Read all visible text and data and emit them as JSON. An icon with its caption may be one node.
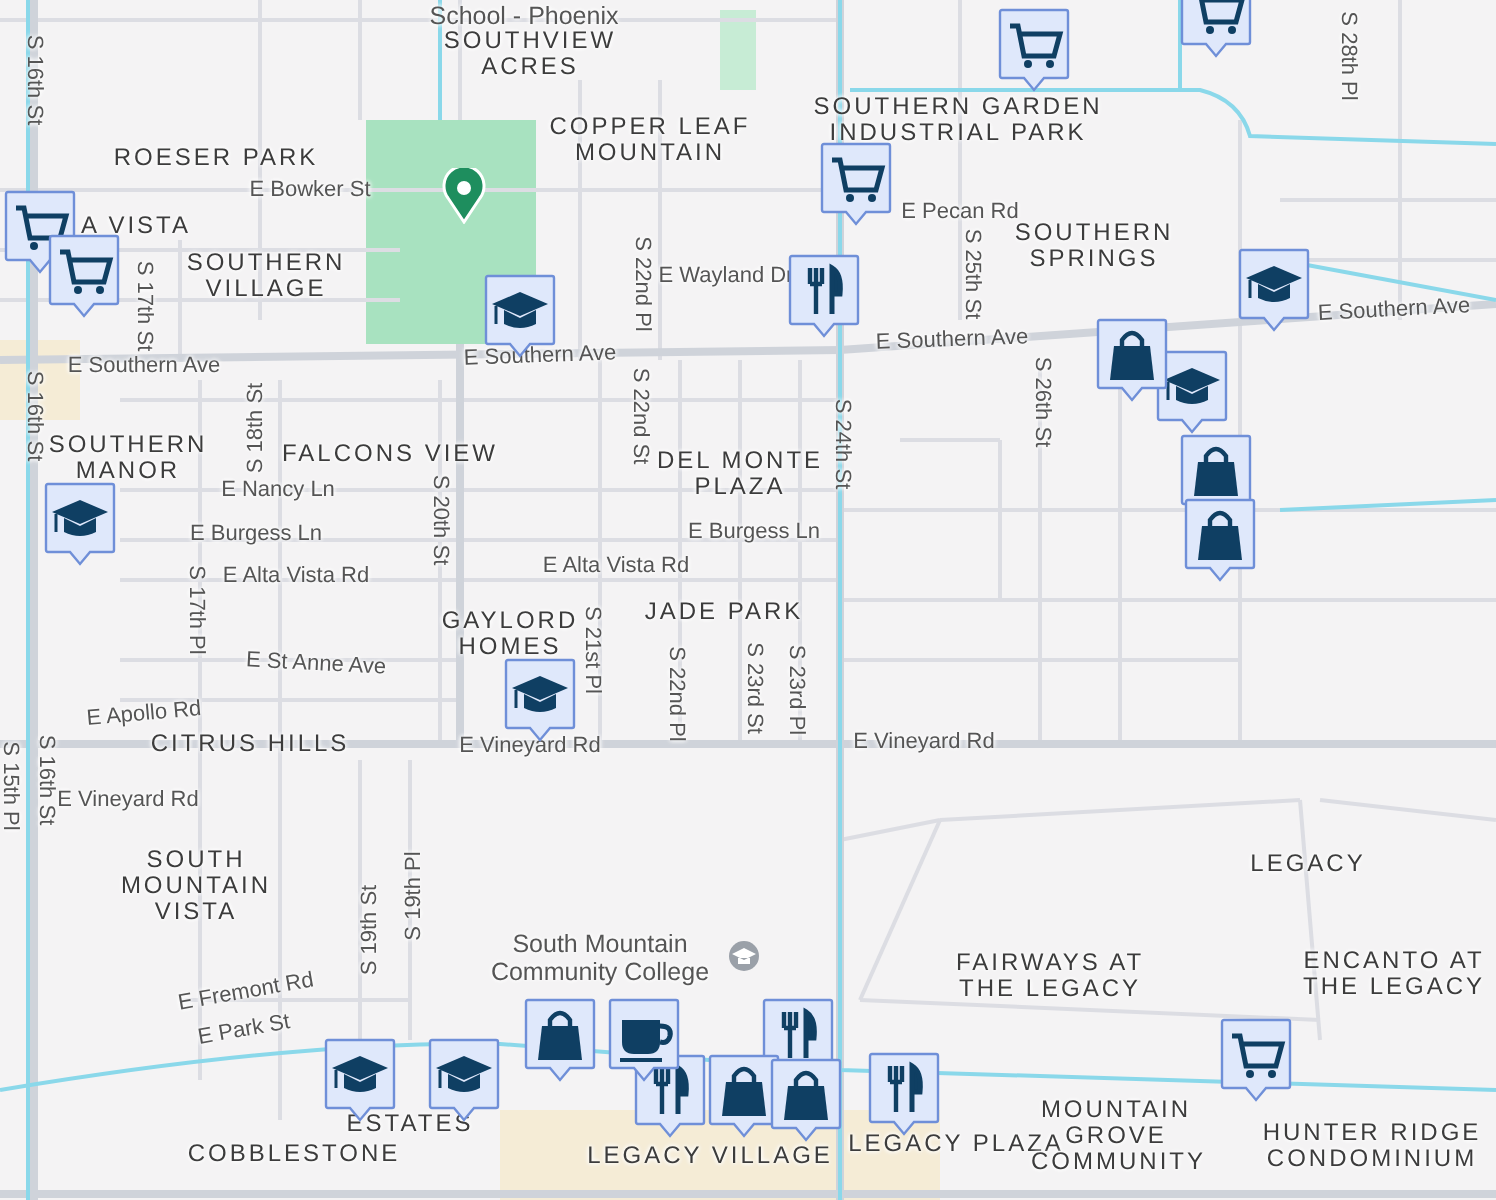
{
  "diagram": {
    "labels": [
      "School - Phoenix",
      "SOUTHVIEW ACRES",
      "COPPER LEAF MOUNTAIN",
      "ROESER PARK",
      "E Bowker St",
      "A VISTA",
      "SOUTHERN VILLAGE",
      "S 17th St",
      "S 16th St",
      "E Southern Ave",
      "E Southern Ave",
      "S 22nd Pl",
      "E Wayland Dr",
      "SOUTHERN GARDEN INDUSTRIAL PARK",
      "E Pecan Rd",
      "SOUTHERN SPRINGS",
      "E Southern Ave",
      "E Southern Ave",
      "S 25th St",
      "S 26th St",
      "S 28th Pl",
      "S 16th St",
      "SOUTHERN MANOR",
      "S 18th St",
      "FALCONS VIEW",
      "S 20th St",
      "S 22nd St",
      "DEL MONTE PLAZA",
      "S 24th St",
      "E Nancy Ln",
      "E Burgess Ln",
      "E Burgess Ln",
      "E Alta Vista Rd",
      "E Alta Vista Rd",
      "S 17th Pl",
      "GAYLORD HOMES",
      "JADE PARK",
      "S 21st Pl",
      "S 22nd Pl",
      "S 23rd St",
      "S 23rd Pl",
      "E St Anne Ave",
      "E Apollo Rd",
      "CITRUS HILLS",
      "E Vineyard Rd",
      "E Vineyard Rd",
      "S 15th Pl",
      "S 16th St",
      "E Vineyard Rd",
      "SOUTH MOUNTAIN VISTA",
      "S 19th St",
      "S 19th Pl",
      "South Mountain Community College",
      "E Fremont Rd",
      "E Park St",
      "ESTATES",
      "COBBLESTONE",
      "LEGACY VILLAGE",
      "LEGACY PLAZA",
      "MOUNTAIN GROVE COMMUNITY",
      "HUNTER RIDGE CONDOMINIUM",
      "LEGACY",
      "FAIRWAYS AT THE LEGACY",
      "ENCANTO AT THE LEGACY"
    ]
  }
}
